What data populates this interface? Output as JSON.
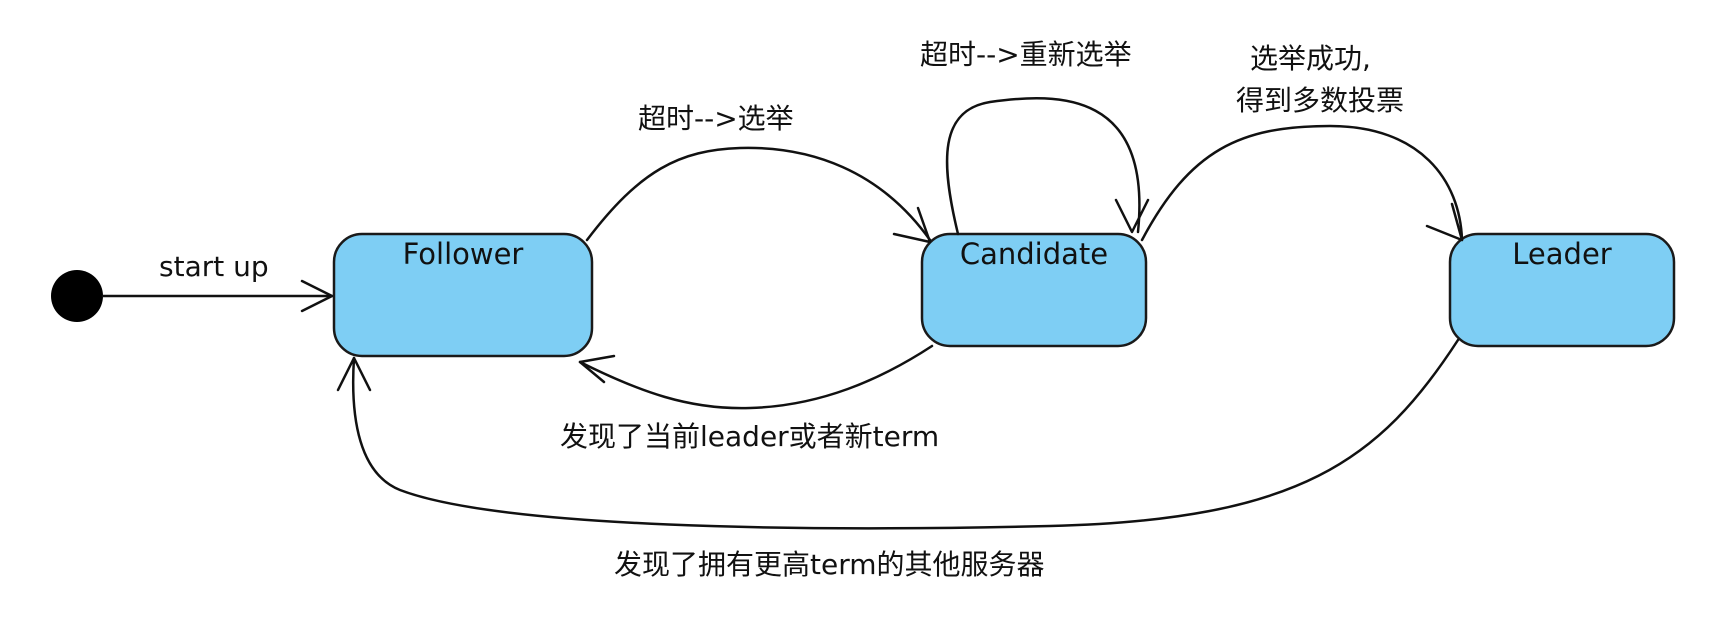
{
  "diagram": {
    "initial": {
      "label": "start up"
    },
    "states": {
      "follower": "Follower",
      "candidate": "Candidate",
      "leader": "Leader"
    },
    "transitions": {
      "follower_to_candidate": "超时-->选举",
      "candidate_self": "超时-->重新选举",
      "candidate_to_leader_line1": "选举成功,",
      "candidate_to_leader_line2": "得到多数投票",
      "candidate_to_follower": "发现了当前leader或者新term",
      "leader_to_follower": "发现了拥有更高term的其他服务器"
    }
  }
}
